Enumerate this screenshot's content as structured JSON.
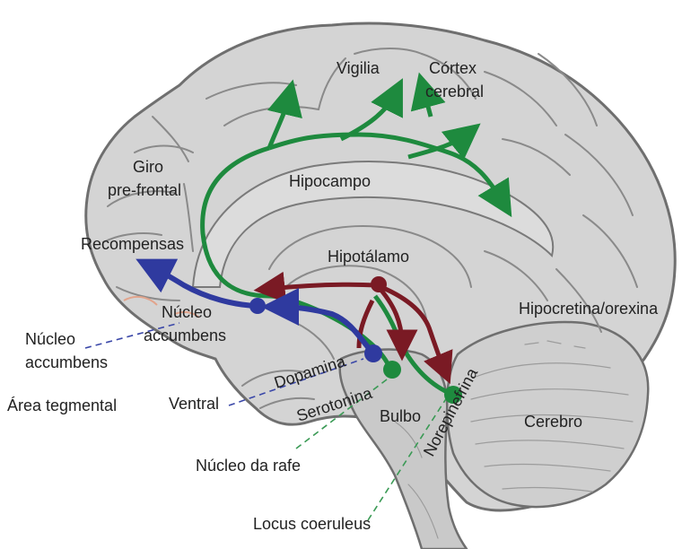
{
  "labels": {
    "vigilia": "Vigilia",
    "cortex_line1": "Córtex",
    "cortex_line2": "cerebral",
    "giro_line1": "Giro",
    "giro_line2": "pre-frontal",
    "hipocampo": "Hipocampo",
    "recompensas": "Recompensas",
    "hipotalamo": "Hipotálamo",
    "hipocretina": "Hipocretina/orexina",
    "nucleo_inner_line1": "Núcleo",
    "nucleo_inner_line2": "accumbens",
    "nucleo_outer_line1": "Núcleo",
    "nucleo_outer_line2": "accumbens",
    "area_tegmental": "Área tegmental",
    "ventral": "Ventral",
    "dopamina": "Dopamina",
    "serotonina": "Serotonina",
    "bulbo": "Bulbo",
    "norepinefrina": "Norepinefrina",
    "cerebro": "Cerebro",
    "nucleo_rafe": "Núcleo da rafe",
    "locus": "Locus coeruleus"
  },
  "pathway_colors": {
    "dopamine": "#2f3a9f",
    "serotonin": "#1e8a3e",
    "norepinephrine": "#7a1a24",
    "brain_fill": "#d4d4d4",
    "brain_outline": "#6f6f6f"
  }
}
